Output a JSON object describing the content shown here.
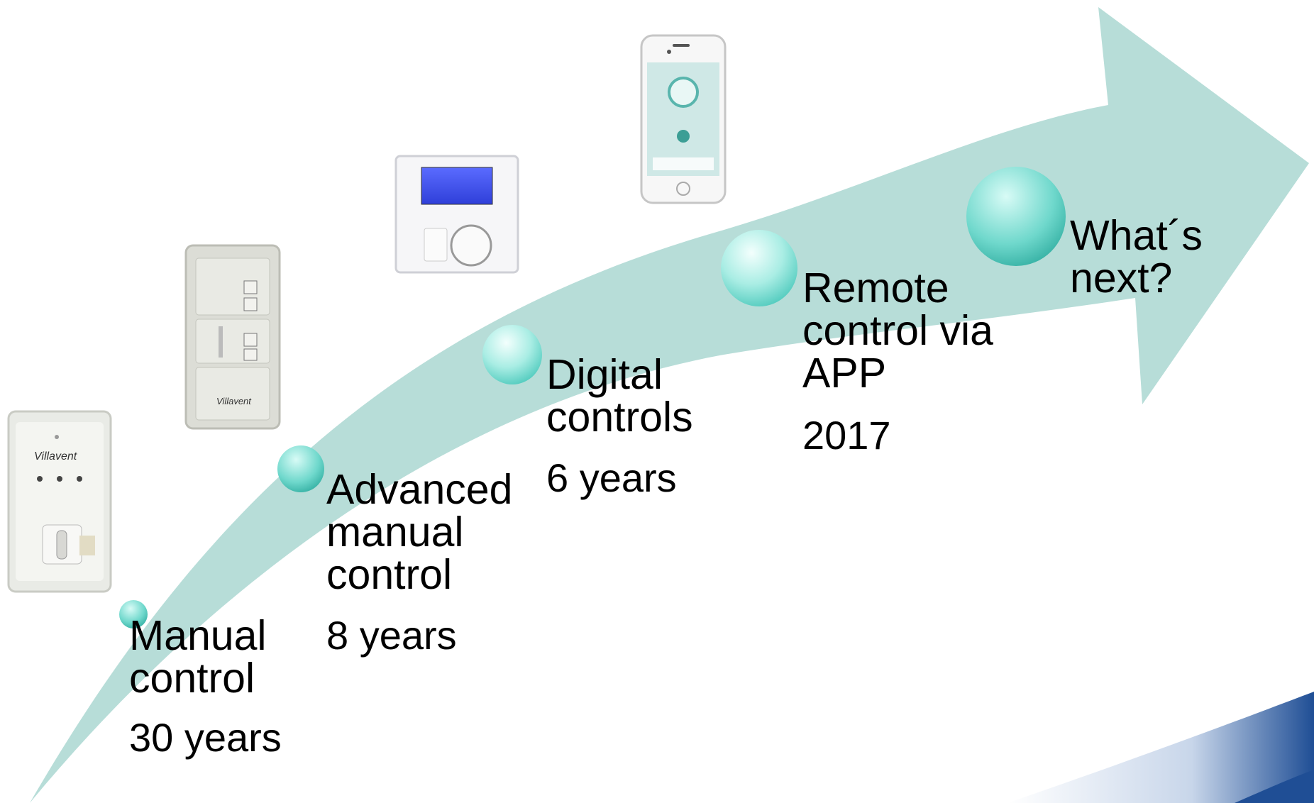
{
  "milestones": [
    {
      "label": "Manual\ncontrol",
      "duration": "30 years"
    },
    {
      "label": "Advanced\nmanual\ncontrol",
      "duration": "8 years"
    },
    {
      "label": "Digital\ncontrols",
      "duration": "6 years"
    },
    {
      "label": "Remote\ncontrol via\nAPP",
      "duration": "2017"
    },
    {
      "label": "What´s\nnext?"
    }
  ],
  "colors": {
    "arrow": "#b7ddd8",
    "node": "#7fe0d4",
    "node_highlight": "#e6fbf8",
    "corner_band": "#1f4e95"
  },
  "images": {
    "manual_device_logo": "Villavent",
    "advanced_device_logo": "Villavent"
  }
}
